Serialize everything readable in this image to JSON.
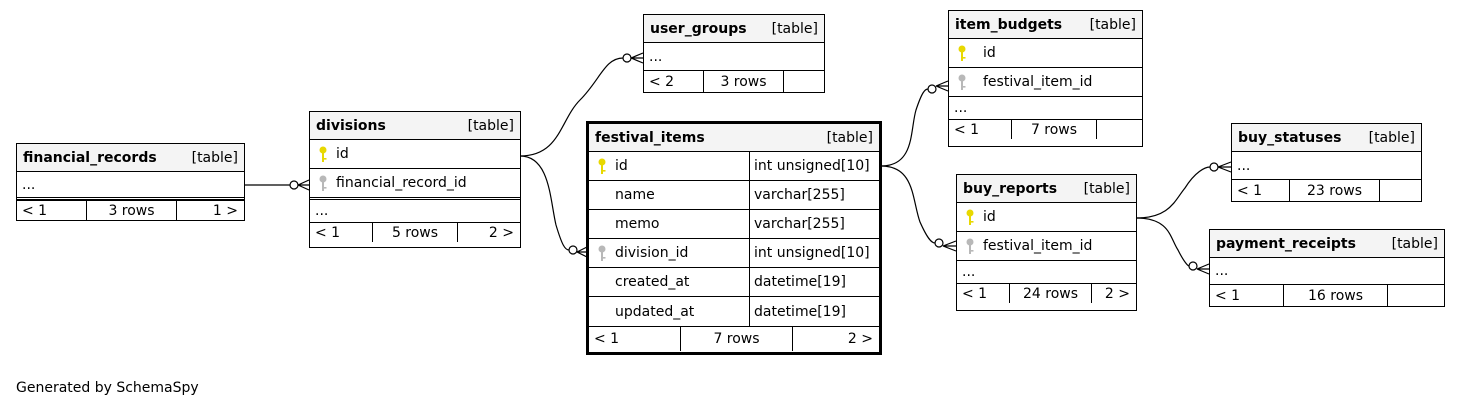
{
  "type_tag": "[table]",
  "ellipsis": "...",
  "credit": "Generated by SchemaSpy",
  "colors": {
    "primary_key": "#e8d800",
    "foreign_key": "#b8b8b8",
    "header_bg": "#f4f4f4"
  },
  "icons": {
    "primary_key": "key-icon",
    "foreign_key": "key-icon"
  },
  "tables": {
    "financial_records": {
      "name": "financial_records",
      "footer": [
        "< 1",
        "3 rows",
        "1 >"
      ]
    },
    "divisions": {
      "name": "divisions",
      "columns": [
        "id",
        "financial_record_id"
      ],
      "footer": [
        "< 1",
        "5 rows",
        "2 >"
      ]
    },
    "user_groups": {
      "name": "user_groups",
      "footer": [
        "< 2",
        "3 rows",
        ""
      ]
    },
    "festival_items": {
      "name": "festival_items",
      "columns": [
        {
          "name": "id",
          "type": "int unsigned[10]"
        },
        {
          "name": "name",
          "type": "varchar[255]"
        },
        {
          "name": "memo",
          "type": "varchar[255]"
        },
        {
          "name": "division_id",
          "type": "int unsigned[10]"
        },
        {
          "name": "created_at",
          "type": "datetime[19]"
        },
        {
          "name": "updated_at",
          "type": "datetime[19]"
        }
      ],
      "footer": [
        "< 1",
        "7 rows",
        "2 >"
      ]
    },
    "item_budgets": {
      "name": "item_budgets",
      "columns": [
        "id",
        "festival_item_id"
      ],
      "footer": [
        "< 1",
        "7 rows",
        ""
      ]
    },
    "buy_reports": {
      "name": "buy_reports",
      "columns": [
        "id",
        "festival_item_id"
      ],
      "footer": [
        "< 1",
        "24 rows",
        "2 >"
      ]
    },
    "buy_statuses": {
      "name": "buy_statuses",
      "footer": [
        "< 1",
        "23 rows",
        ""
      ]
    },
    "payment_receipts": {
      "name": "payment_receipts",
      "footer": [
        "< 1",
        "16 rows",
        ""
      ]
    }
  }
}
